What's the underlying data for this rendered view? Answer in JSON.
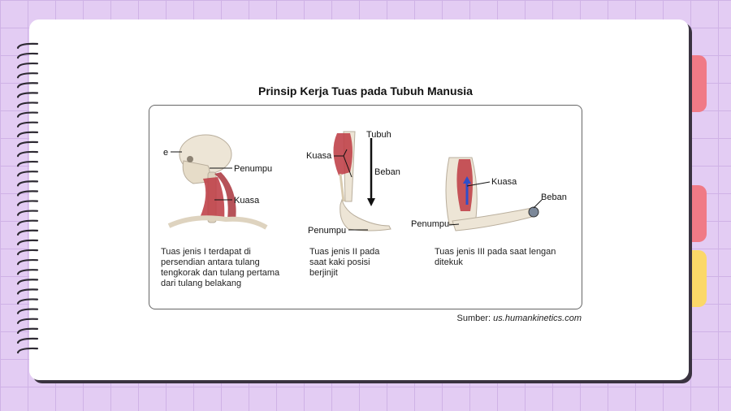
{
  "title": "Prinsip Kerja Tuas pada Tubuh Manusia",
  "panels": [
    {
      "labels": {
        "effort_short": "e",
        "fulcrum": "Penumpu",
        "effort": "Kuasa"
      },
      "caption": "Tuas jenis I terdapat di persendian antara tulang tengkorak dan tulang pertama dari tulang belakang"
    },
    {
      "labels": {
        "body": "Tubuh",
        "effort": "Kuasa",
        "load": "Beban",
        "fulcrum": "Penumpu"
      },
      "caption": "Tuas jenis II pada saat kaki posisi berjinjit"
    },
    {
      "labels": {
        "effort": "Kuasa",
        "load": "Beban",
        "fulcrum": "Penumpu"
      },
      "caption": "Tuas jenis III pada saat lengan ditekuk"
    }
  ],
  "source": {
    "prefix": "Sumber:",
    "text": "us.humankinetics.com"
  },
  "colors": {
    "background": "#e3ccf3",
    "tab_pink": "#f07a86",
    "tab_yellow": "#fbd868",
    "muscle": "#c0434a",
    "bone": "#ede5d6",
    "arrow_blue": "#2f4fc9"
  }
}
